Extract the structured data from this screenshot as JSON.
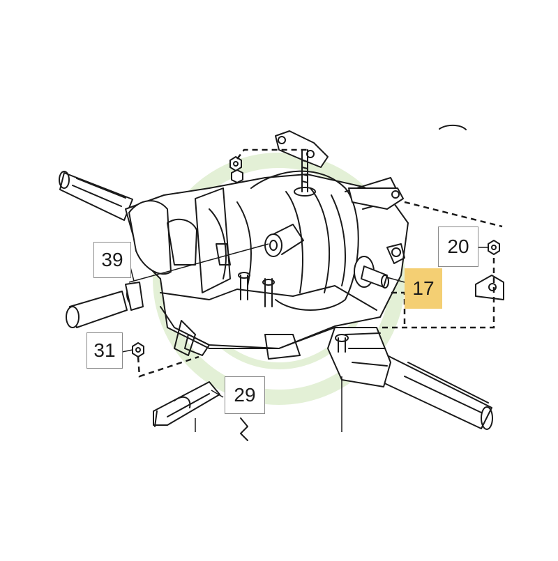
{
  "diagram": {
    "callouts": [
      {
        "id": "39",
        "label": "39",
        "highlighted": false
      },
      {
        "id": "31",
        "label": "31",
        "highlighted": false
      },
      {
        "id": "29",
        "label": "29",
        "highlighted": false
      },
      {
        "id": "20",
        "label": "20",
        "highlighted": false
      },
      {
        "id": "17",
        "label": "17",
        "highlighted": true
      }
    ],
    "colors": {
      "line": "#1a1a1a",
      "callout_border": "#8a8a8a",
      "highlight": "#f4cf73",
      "watermark": "#e3f0d6"
    }
  }
}
